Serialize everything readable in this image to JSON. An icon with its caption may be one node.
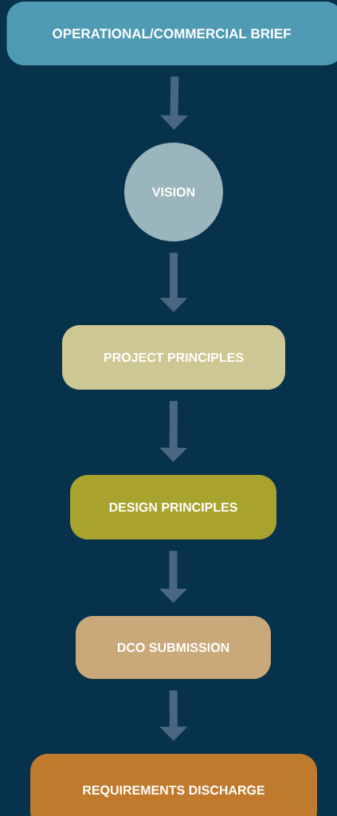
{
  "diagram": {
    "nodes": [
      {
        "text": [
          "OPERATIONAL/COMMERCIAL BRIEF"
        ]
      },
      {
        "text": [
          "VISION"
        ]
      },
      {
        "text": [
          "PROJECT PRINCIPLES"
        ]
      },
      {
        "text": [
          "DESIGN PRINCIPLES"
        ]
      },
      {
        "text": [
          "DCO SUBMISSION"
        ]
      },
      {
        "text": [
          "REQUIREMENTS DISCHARGE"
        ]
      }
    ],
    "edges": [
      {
        "from": 0,
        "to": 1,
        "arrow": "to"
      },
      {
        "from": 1,
        "to": 2,
        "arrow": "to"
      },
      {
        "from": 2,
        "to": 3,
        "arrow": "to"
      },
      {
        "from": 3,
        "to": 4,
        "arrow": "to"
      },
      {
        "from": 4,
        "to": 5,
        "arrow": "to"
      }
    ]
  }
}
